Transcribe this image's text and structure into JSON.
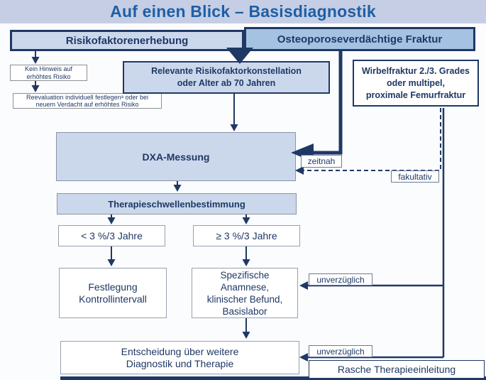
{
  "title": "Auf einen Blick – Basisdiagnostik",
  "header": {
    "left": "Risikofaktorenerhebung",
    "right": "Osteoporoseverdächtige Fraktur"
  },
  "boxes": {
    "kein_hinweis": "Kein Hinweis auf\nerhöhtes Risiko",
    "reevaluation": "Reevaluation individuell festlegenᵃ oder bei\nneuem Verdacht auf erhöhtes Risiko",
    "relevante": "Relevante Risikofaktorkonstellation\noder Alter ab 70 Jahren",
    "wirbelfraktur": "Wirbelfraktur 2./3. Grades\noder multipel,\nproximale Femurfraktur",
    "dxa": "DXA-Messung",
    "therapieschwelle": "Therapieschwellenbestimmung",
    "unter_schwelle": "< 3 %/3 Jahre",
    "ab_schwelle": "≥ 3 %/3 Jahre",
    "festlegung": "Festlegung\nKontrollintervall",
    "spezifische": "Spezifische\nAnamnese,\nklinischer Befund,\nBasislabor",
    "entscheidung": "Entscheidung über weitere\nDiagnostik und Therapie",
    "rasche": "Rasche Therapieeinleitung"
  },
  "edge_labels": {
    "zeitnah": "zeitnah",
    "fakultativ": "fakultativ",
    "unverzueglich_1": "unverzüglich",
    "unverzueglich_2": "unverzüglich"
  },
  "colors": {
    "title_band": "#c5cee4",
    "title_text": "#1e5fa6",
    "navy": "#1f3864",
    "light_blue_fill": "#cbd8ec",
    "medium_blue_fill": "#a6c2e2"
  }
}
